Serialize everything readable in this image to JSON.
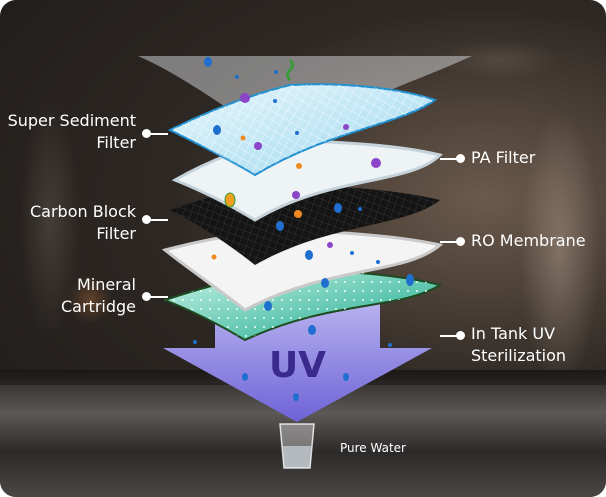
{
  "labels": {
    "super_sediment": [
      "Super Sediment",
      "Filter"
    ],
    "carbon_block": [
      "Carbon Block",
      "Filter"
    ],
    "mineral": [
      "Mineral",
      "Cartridge"
    ],
    "pa_filter": [
      "PA Filter"
    ],
    "ro_membrane": [
      "RO Membrane"
    ],
    "uv": [
      "In Tank UV",
      "Sterilization"
    ]
  },
  "uv_text": "UV",
  "pure_water": "Pure Water",
  "colors": {
    "sediment": "#bfe6f5",
    "sediment_edge": "#1f8fd0",
    "pa": "#eef3f6",
    "carbon": "#151515",
    "ro": "#f3f3f3",
    "mineral": "#2fb59a",
    "mineral_edge": "#1d4a1e",
    "uv_arrow": "#8c84e0",
    "uv_text": "#3a2a8e"
  }
}
